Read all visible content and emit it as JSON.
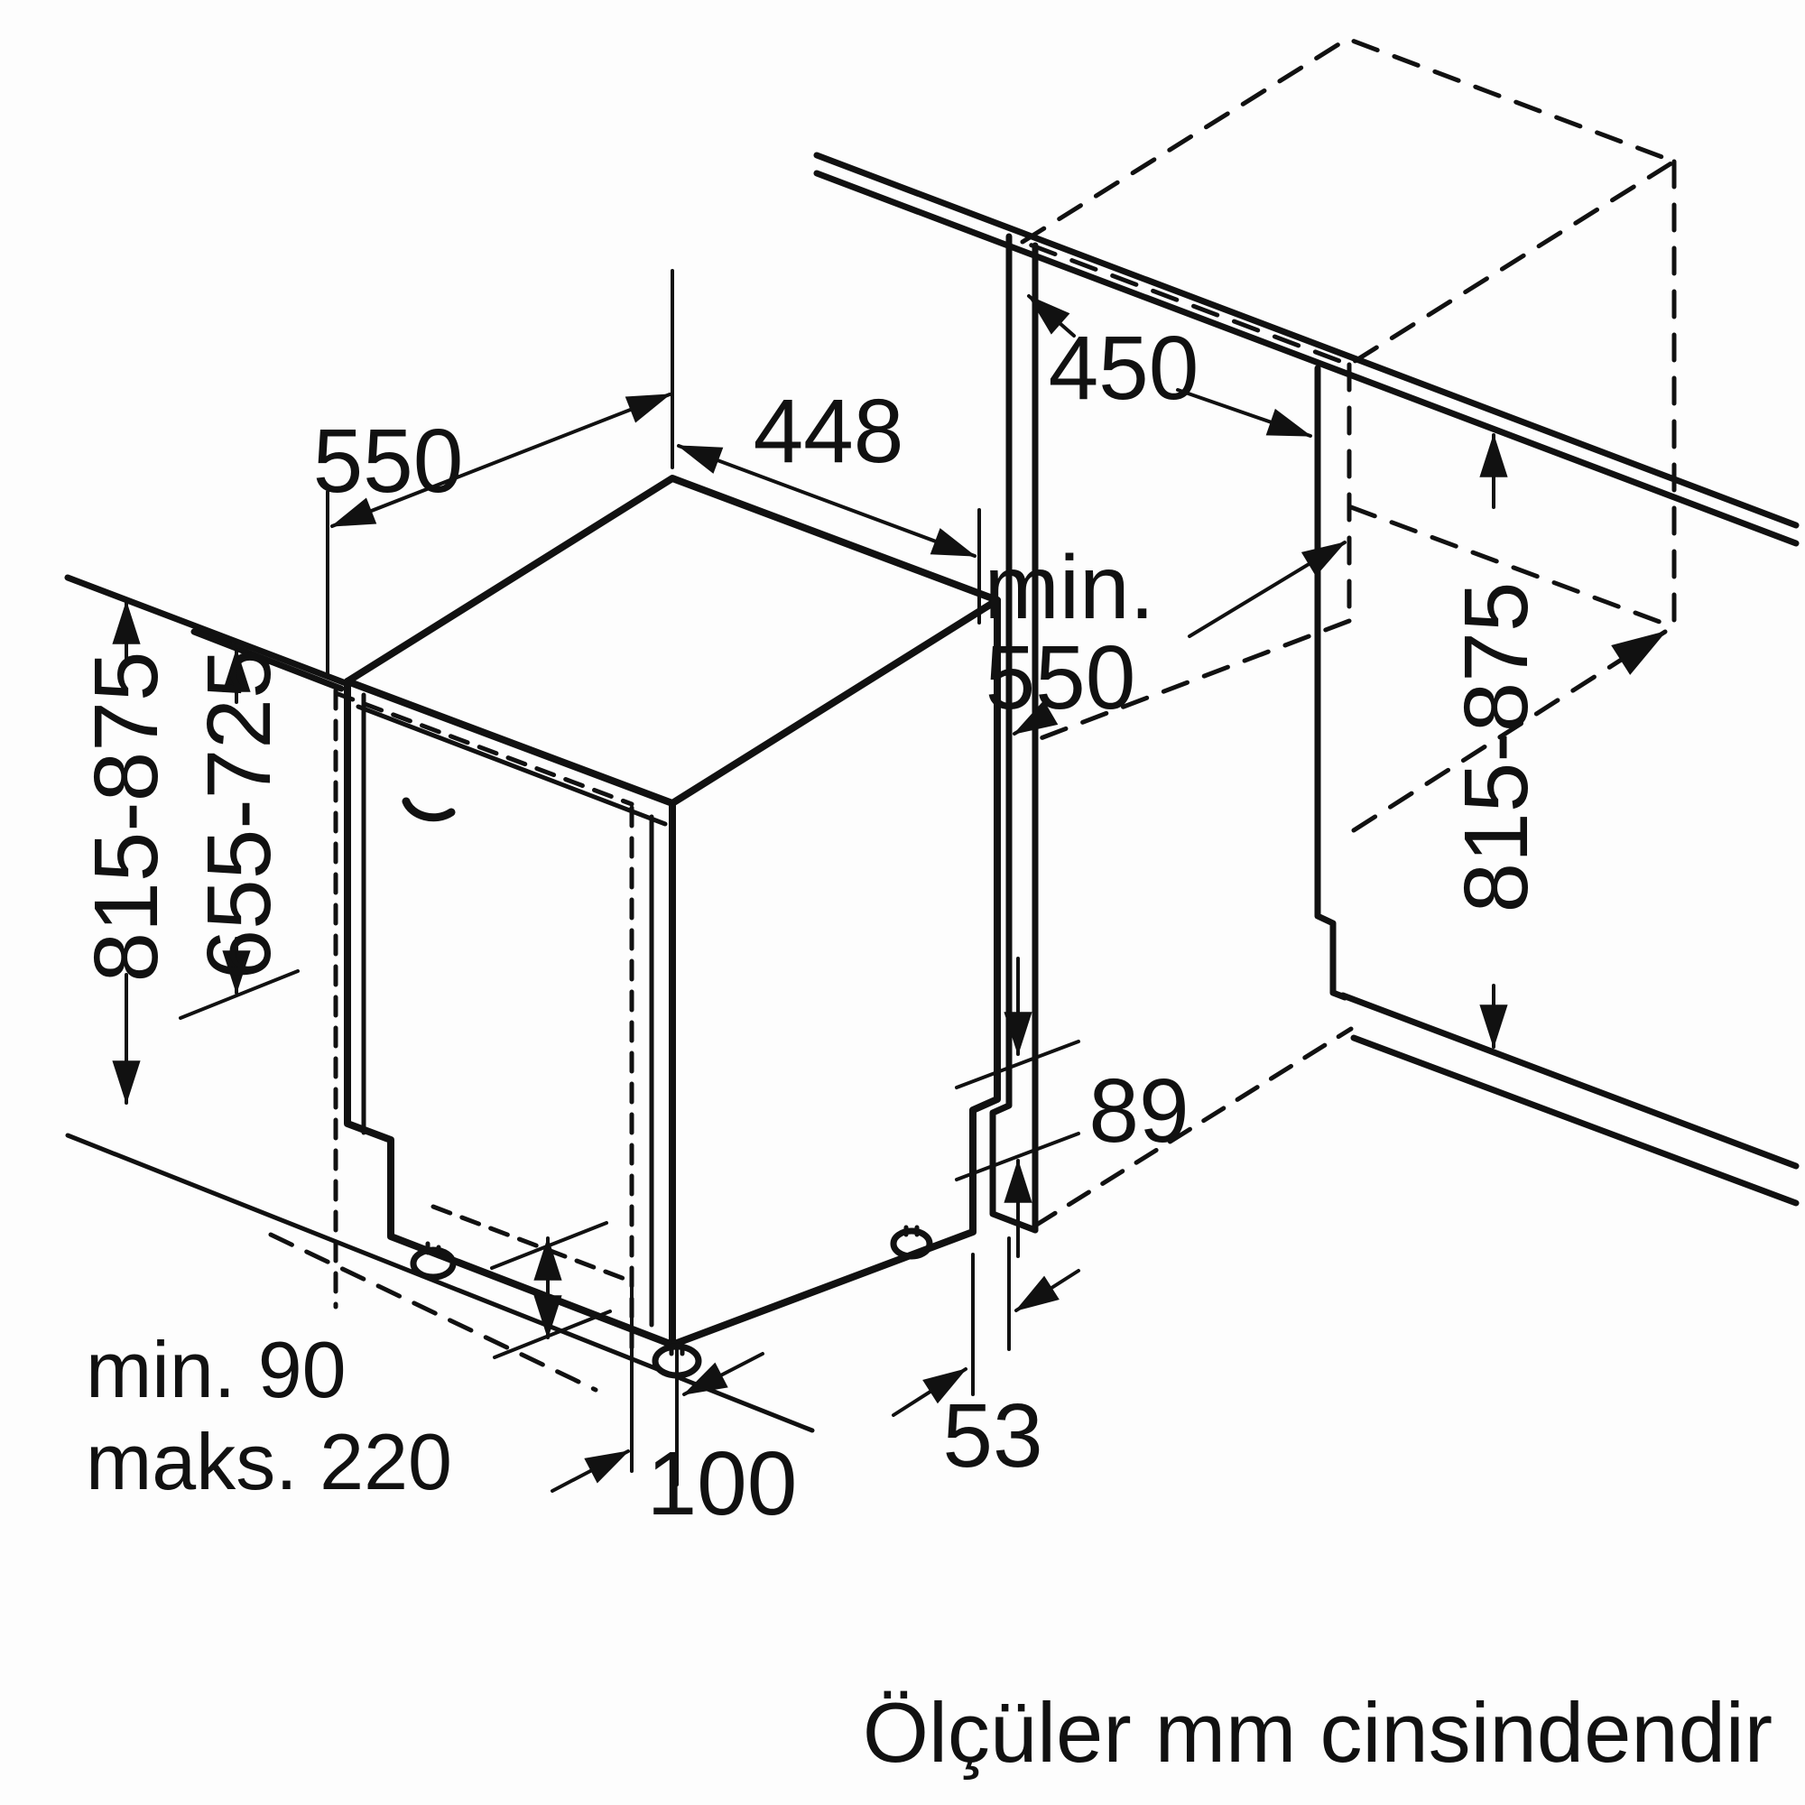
{
  "caption": "Ölçüler mm cinsindendir",
  "diagram": {
    "type": "appliance-installation-drawing",
    "appliance": "built-in dishwasher (45 cm)",
    "unit": "mm",
    "dimensions": {
      "top_depth": "550",
      "top_width": "448",
      "niche_width": "450",
      "niche_depth_prefix": "min.",
      "niche_depth_value": "550",
      "height_left": "815-875",
      "door_panel_height": "655-725",
      "niche_height": "815-875",
      "base_rear_height": "89",
      "rear_gap": "53",
      "front_foot_offset": "100",
      "plinth_min": "min. 90",
      "plinth_max": "maks. 220"
    },
    "line_styles": {
      "solid": "appliance and furniture edges",
      "dashed": "furniture door panel and planned cabinet volume"
    },
    "ink_color": "#111111",
    "background_color": "#fdfdfd"
  }
}
